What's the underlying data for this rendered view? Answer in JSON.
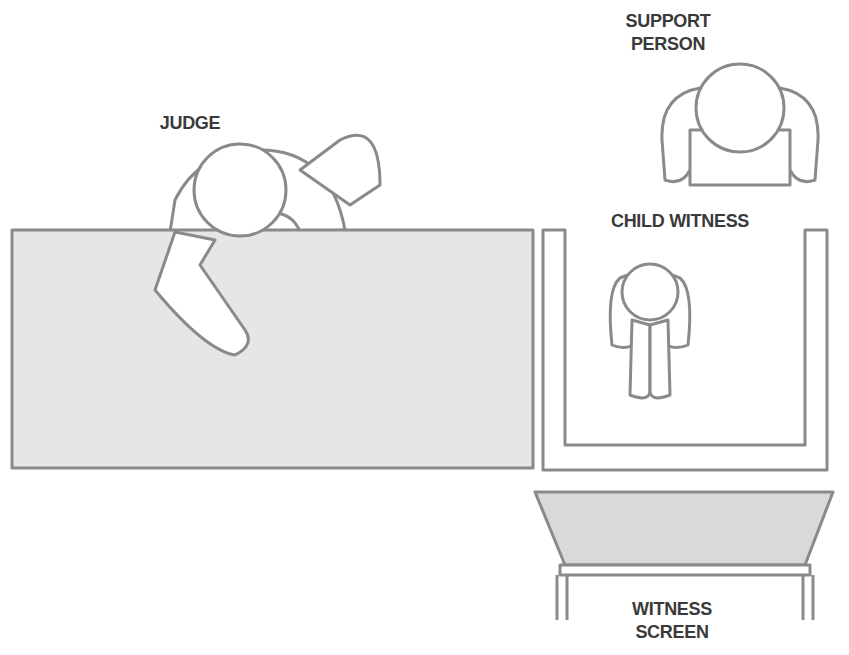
{
  "diagram": {
    "labels": [
      "JUDGE",
      "SUPPORT PERSON",
      "CHILD WITNESS",
      "WITNESS SCREEN"
    ]
  }
}
